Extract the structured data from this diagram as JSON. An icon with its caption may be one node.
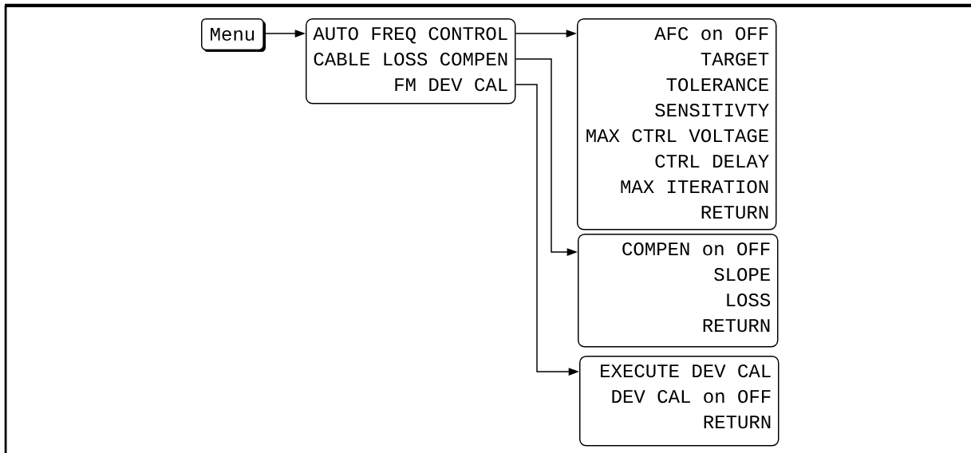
{
  "diagram": {
    "nodes": [
      {
        "text": [
          "Menu"
        ]
      },
      {
        "text": [
          "AUTO FREQ CONTROL",
          "CABLE LOSS COMPEN",
          "FM DEV CAL"
        ]
      },
      {
        "text": [
          "AFC on OFF",
          "TARGET",
          "TOLERANCE",
          "SENSITIVTY",
          "MAX CTRL VOLTAGE",
          "CTRL DELAY",
          "MAX ITERATION",
          "RETURN"
        ]
      },
      {
        "text": [
          "COMPEN on OFF",
          "SLOPE",
          "LOSS",
          "RETURN"
        ]
      },
      {
        "text": [
          "EXECUTE DEV CAL",
          "DEV CAL on OFF",
          "RETURN"
        ]
      }
    ],
    "edges": [
      {
        "from": 0,
        "to": 1,
        "arrow": "to"
      },
      {
        "from": 1,
        "to": 2,
        "arrow": "to"
      },
      {
        "from": 1,
        "to": 3,
        "arrow": "to"
      },
      {
        "from": 1,
        "to": 4,
        "arrow": "to"
      }
    ]
  }
}
